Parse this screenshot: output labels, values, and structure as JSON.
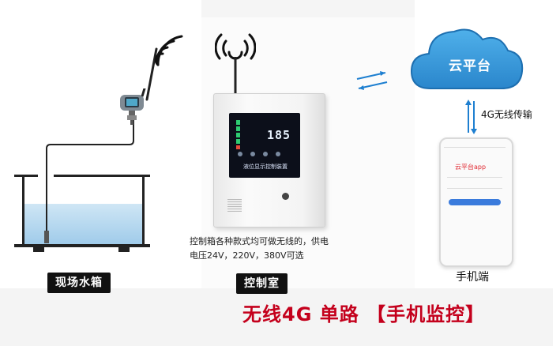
{
  "cloud": {
    "label": "云平台"
  },
  "link": {
    "label": "4G无线传输"
  },
  "tank": {
    "label": "现场水箱"
  },
  "control_room": {
    "label": "控制室"
  },
  "control_box": {
    "display_value": "185",
    "panel_title": "液位显示控制装置",
    "description_line1": "控制箱各种款式均可做无线的，供电",
    "description_line2": "电压24V，220V，380V可选"
  },
  "phone": {
    "app_name": "云平台app",
    "label": "手机端"
  },
  "headline": "无线4G 单路 【手机监控】",
  "colors": {
    "cloud_blue": "#2f95d8",
    "headline_red": "#c4001c",
    "arrow_blue": "#1e7fd0",
    "pill_black": "#111111"
  },
  "icons": [
    "wireless-signal-icon",
    "cloud-icon",
    "bidirectional-arrow-icon",
    "pressure-transmitter-icon",
    "antenna-icon"
  ]
}
